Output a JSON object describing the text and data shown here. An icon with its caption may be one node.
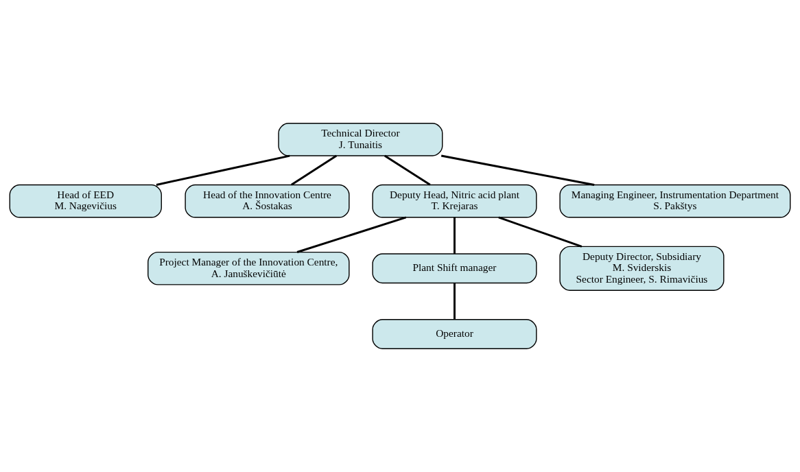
{
  "diagram": {
    "nodes": [
      {
        "text": [
          "Technical Director",
          "J. Tunaitis"
        ]
      },
      {
        "text": [
          "Head of EED",
          "M. Nagevičius"
        ]
      },
      {
        "text": [
          "Head of the Innovation Centre",
          "A. Šostakas"
        ]
      },
      {
        "text": [
          "Deputy Head, Nitric acid plant",
          "T. Krejaras"
        ]
      },
      {
        "text": [
          "Managing Engineer, Instrumentation Department",
          "S. Pakštys"
        ]
      },
      {
        "text": [
          "Project Manager of the Innovation Centre,",
          "A. Januškevičiūtė"
        ]
      },
      {
        "text": [
          "Plant Shift manager"
        ]
      },
      {
        "text": [
          "Operator"
        ]
      },
      {
        "text": [
          "Deputy Director, Subsidiary",
          "M. Sviderskis",
          "Sector Engineer, S. Rimavičius"
        ]
      }
    ],
    "edges": [
      {
        "from": 0,
        "to": 1,
        "arrow": "none"
      },
      {
        "from": 0,
        "to": 2,
        "arrow": "none"
      },
      {
        "from": 0,
        "to": 3,
        "arrow": "none"
      },
      {
        "from": 0,
        "to": 4,
        "arrow": "none"
      },
      {
        "from": 3,
        "to": 5,
        "arrow": "none"
      },
      {
        "from": 3,
        "to": 6,
        "arrow": "none"
      },
      {
        "from": 3,
        "to": 8,
        "arrow": "none"
      },
      {
        "from": 6,
        "to": 7,
        "arrow": "none"
      }
    ]
  }
}
